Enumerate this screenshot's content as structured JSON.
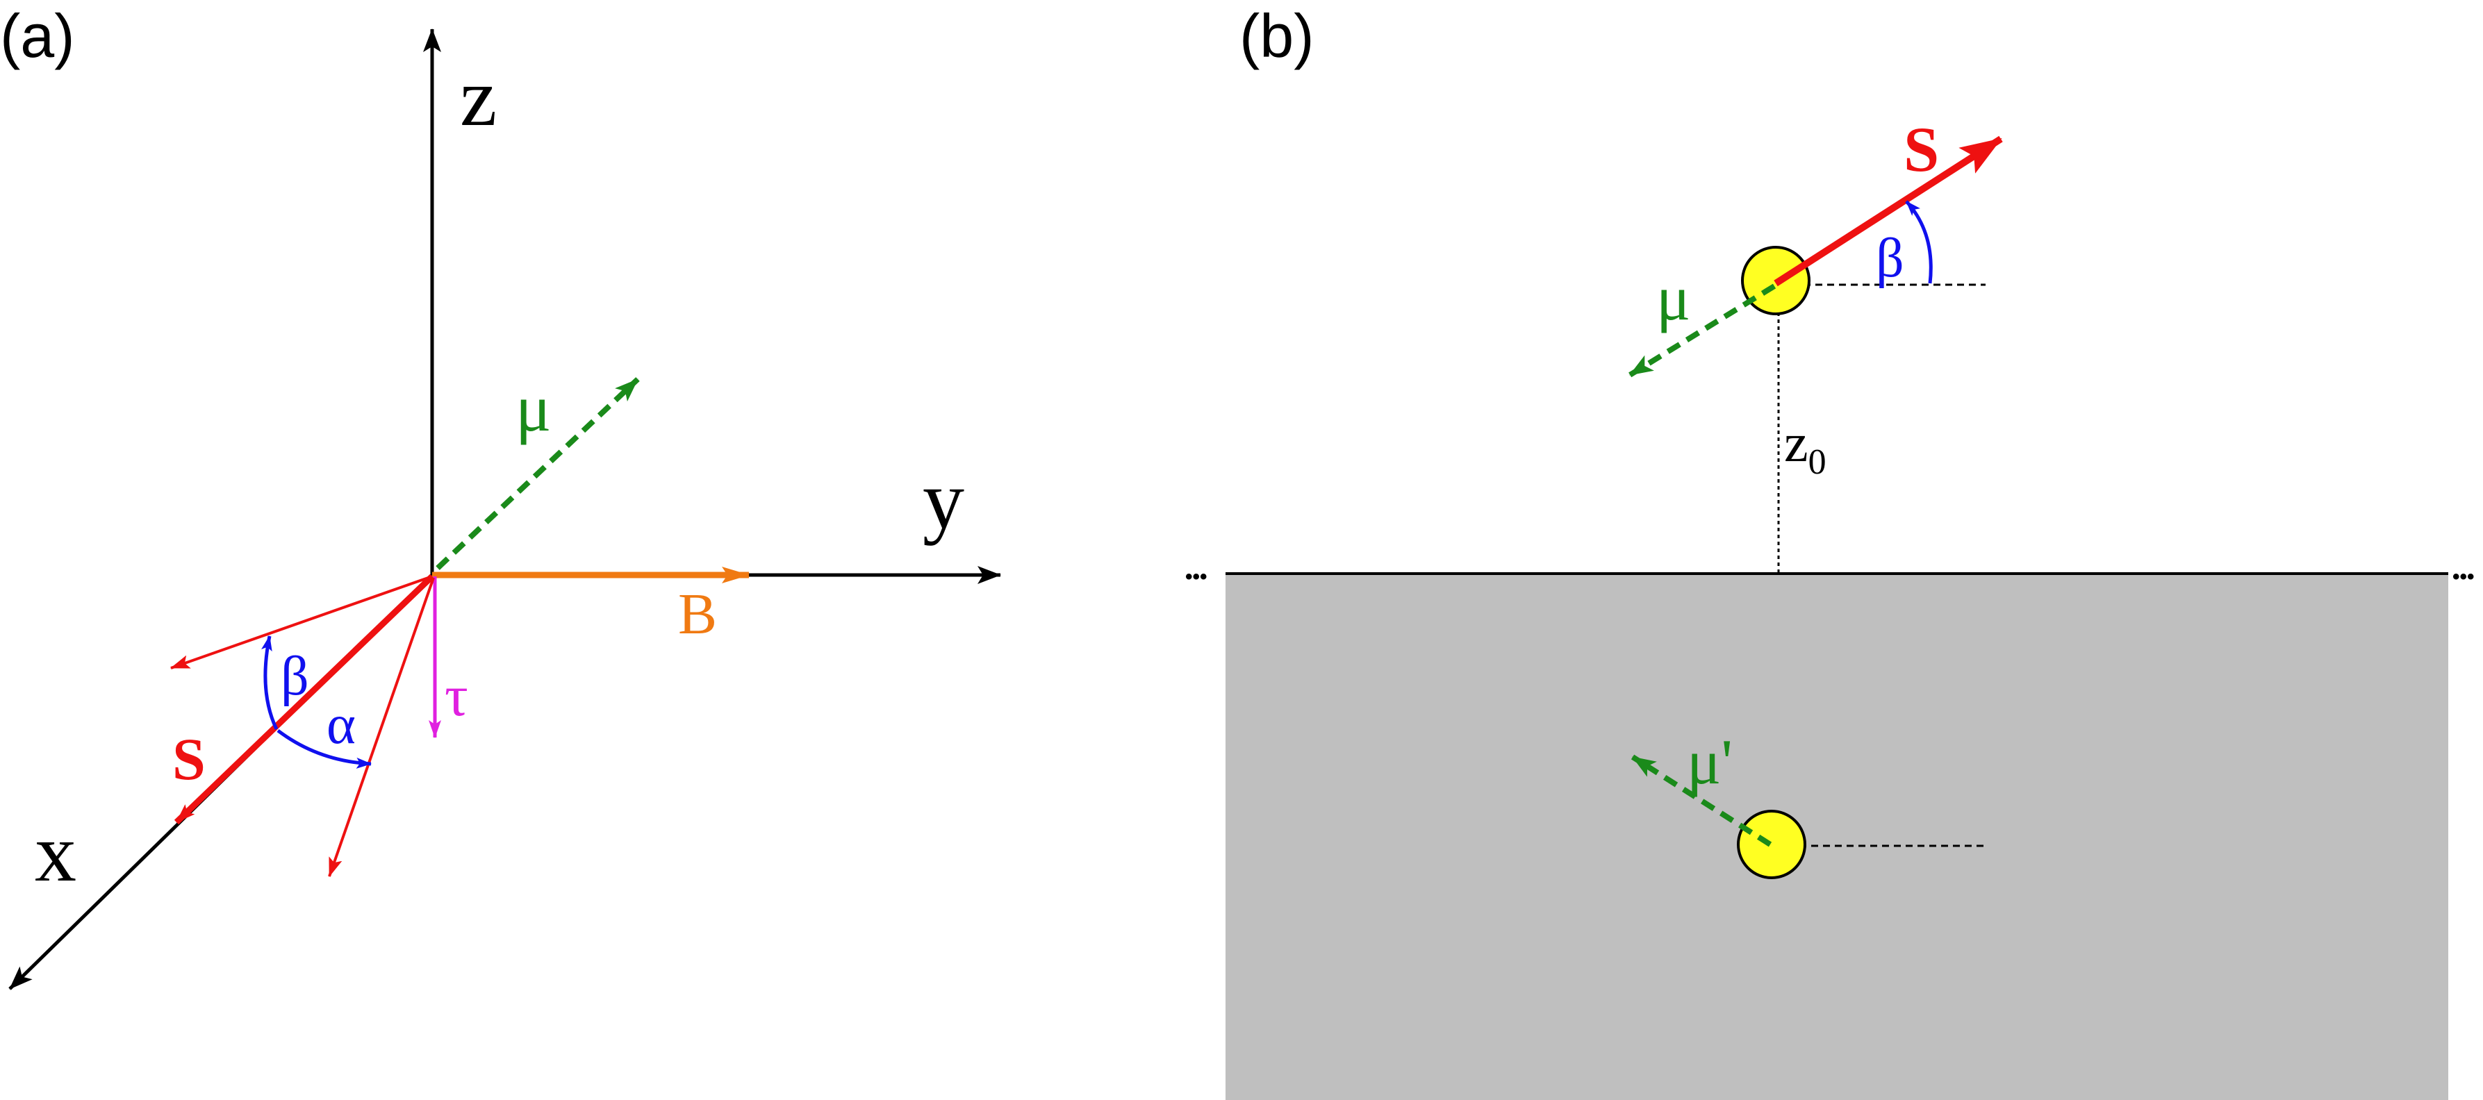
{
  "panel_a": {
    "label": "(a)",
    "axes": {
      "z": "z",
      "y": "y",
      "x": "x"
    },
    "vectors": {
      "mu": "μ",
      "B": "B",
      "tau": "τ",
      "S": "S"
    },
    "angles": {
      "beta": "β",
      "alpha": "α"
    }
  },
  "panel_b": {
    "label": "(b)",
    "vectors": {
      "S": "S",
      "mu": "μ",
      "mu_image": "μ'"
    },
    "angles": {
      "beta": "β"
    },
    "height": {
      "symbol": "z",
      "subscript": "0"
    },
    "edge_marks": {
      "left": "•••",
      "right": "•••"
    }
  },
  "colors": {
    "axis": "#000000",
    "spin": "#ee1111",
    "moment": "#1a8a1a",
    "field": "#f07a12",
    "torque": "#e020e0",
    "angle": "#1010ee",
    "substrate": "#bfbfbf",
    "particle": "#ffff22"
  }
}
